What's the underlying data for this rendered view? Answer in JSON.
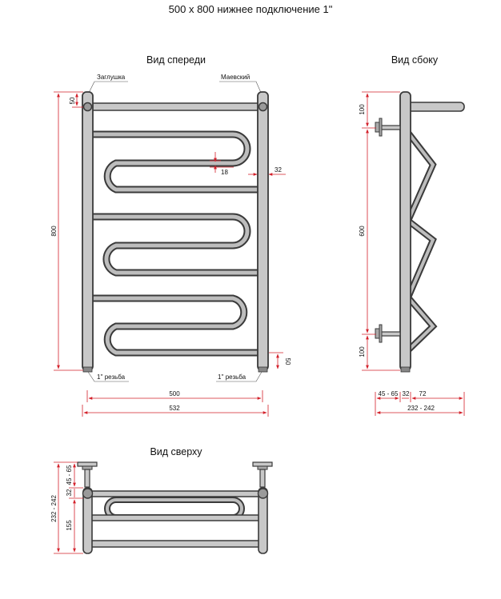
{
  "title": "500 x 800 нижнее подключение 1\"",
  "views": {
    "front": "Вид спереди",
    "side": "Вид сбоку",
    "top": "Вид сверху"
  },
  "labels": {
    "plug": "Заглушка",
    "mayevsky": "Маевский",
    "thread_left": "1'' резьба",
    "thread_right": "1'' резьба"
  },
  "dimensions": {
    "front_height": "800",
    "front_top_offset": "50",
    "front_bottom_offset": "50",
    "front_tube_gap": "18",
    "front_riser_d": "32",
    "front_width_inner": "500",
    "front_width_outer": "532",
    "side_top": "100",
    "side_middle": "600",
    "side_bottom": "100",
    "side_wall": "45 - 65",
    "side_riser": "32",
    "side_arm": "72",
    "side_total": "232 - 242",
    "top_total": "232 - 242",
    "top_wall": "45 - 65",
    "top_riser": "32",
    "top_depth": "155"
  }
}
